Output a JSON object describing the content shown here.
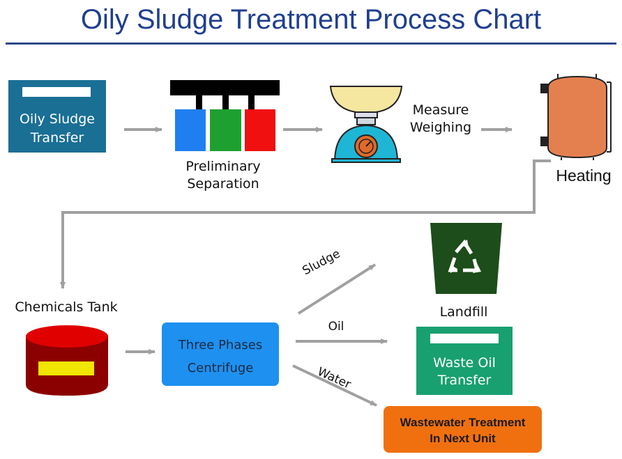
{
  "title": "Oily Sludge Treatment Process Chart",
  "nodes": {
    "oily_sludge_transfer": [
      "Oily Sludge",
      "Transfer"
    ],
    "preliminary_separation": [
      "Preliminary",
      "Separation"
    ],
    "measure_weighing": [
      "Measure",
      "Weighing"
    ],
    "heating": "Heating",
    "chemicals_tank": "Chemicals Tank",
    "three_phases_centrifuge": [
      "Three Phases",
      "Centrifuge"
    ],
    "landfill": "Landfill",
    "waste_oil_transfer": [
      "Waste Oil",
      "Transfer"
    ],
    "wastewater_treatment": [
      "Wastewater Treatment",
      "In Next Unit"
    ]
  },
  "edges": {
    "sludge": "Sludge",
    "oil": "Oil",
    "water": "Water"
  },
  "colors": {
    "title": "#1f3f8f",
    "oily_box": "#1a6f95",
    "waste_oil_box": "#18a070",
    "centrifuge_box": "#1e90f0",
    "wastewater_box": "#f07010",
    "landfill_bin": "#1d4d1a",
    "arrow": "#a0a0a0",
    "tank_red": "#8b0000",
    "heater": "#e48050"
  },
  "icons": [
    "separator-rack-icon",
    "scale-icon",
    "heater-tank-icon",
    "recycle-bin-icon",
    "chemical-drum-icon"
  ]
}
